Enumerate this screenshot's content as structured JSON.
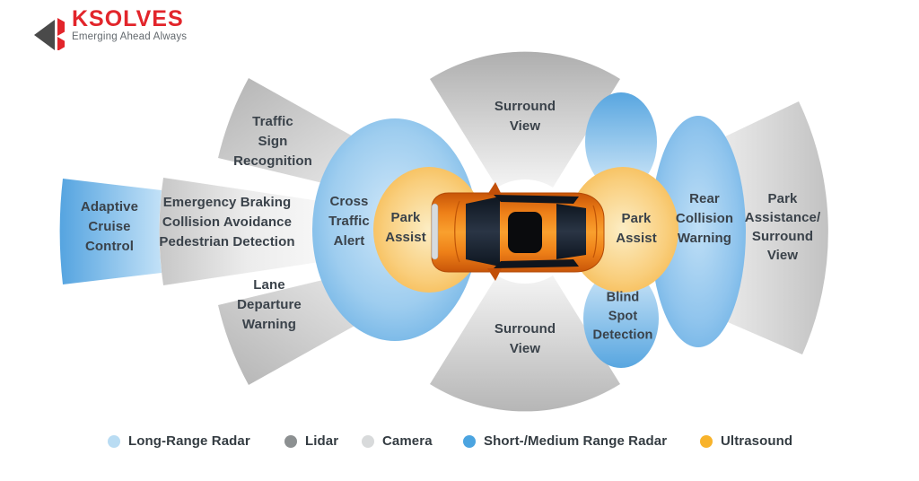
{
  "logo": {
    "brand": "KSOLVES",
    "tagline": "Emerging Ahead Always"
  },
  "diagram": {
    "subject": "car-top-view",
    "zones": [
      {
        "id": "adaptive-cruise-control",
        "label": "Adaptive\nCruise\nControl",
        "sensor": "long-range-radar"
      },
      {
        "id": "emergency-braking",
        "label": "Emergency Braking\nCollision Avoidance\nPedestrian Detection",
        "sensor": "lidar"
      },
      {
        "id": "traffic-sign-recognition",
        "label": "Traffic\nSign\nRecognition",
        "sensor": "camera"
      },
      {
        "id": "lane-departure-warning",
        "label": "Lane\nDeparture\nWarning",
        "sensor": "camera"
      },
      {
        "id": "cross-traffic-alert",
        "label": "Cross\nTraffic\nAlert",
        "sensor": "short-medium-range-radar"
      },
      {
        "id": "park-assist-front",
        "label": "Park\nAssist",
        "sensor": "ultrasound"
      },
      {
        "id": "surround-view-top",
        "label": "Surround\nView",
        "sensor": "camera"
      },
      {
        "id": "surround-view-bottom",
        "label": "Surround\nView",
        "sensor": "camera"
      },
      {
        "id": "park-assist-rear",
        "label": "Park\nAssist",
        "sensor": "ultrasound"
      },
      {
        "id": "rear-collision-warning",
        "label": "Rear\nCollision\nWarning",
        "sensor": "short-medium-range-radar"
      },
      {
        "id": "blind-spot-detection",
        "label": "Blind\nSpot\nDetection",
        "sensor": "short-medium-range-radar"
      },
      {
        "id": "park-assistance-surround-view",
        "label": "Park\nAssistance/\nSurround\nView",
        "sensor": "camera"
      }
    ]
  },
  "legend": {
    "items": [
      {
        "label": "Long-Range Radar",
        "color": "#B9DCF3"
      },
      {
        "label": "Lidar",
        "color": "#8C9091"
      },
      {
        "label": "Camera",
        "color": "#D8DADB"
      },
      {
        "label": "Short-/Medium Range Radar",
        "color": "#4BA4E0"
      },
      {
        "label": "Ultrasound",
        "color": "#F8B32B"
      }
    ]
  },
  "colors": {
    "brand_red": "#E2252B",
    "logo_dark": "#4A4A4A",
    "label_text": "#3A424A",
    "radar_blue": "#5FA9E2",
    "radar_blue_light": "#B9DCF3",
    "lidar_gray": "#8C9091",
    "camera_gray": "#D8DADB",
    "ultrasound_amber": "#F8B32B",
    "car_orange": "#EE8018"
  }
}
